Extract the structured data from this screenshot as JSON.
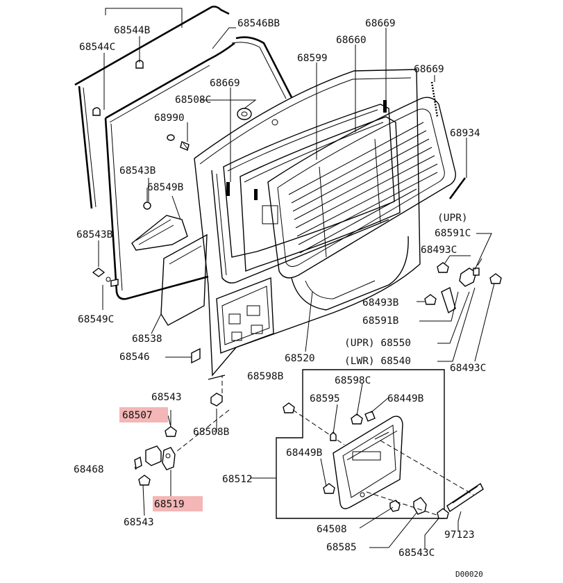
{
  "diagram": {
    "code": "D00020",
    "highlight_color": "#f4b6b6",
    "labels": {
      "p68544B": "68544B",
      "p68544C": "68544C",
      "p68546BB": "68546BB",
      "p68669a": "68669",
      "p68660": "68660",
      "p68599": "68599",
      "p68669b": "68669",
      "p68669c": "68669",
      "p68508C": "68508C",
      "p68990": "68990",
      "p68934": "68934",
      "p68543B": "68543B",
      "p68549B": "68549B",
      "upr1": "(UPR)",
      "p68591C": "68591C",
      "p68543Bb": "68543B",
      "p68493C": "68493C",
      "p68493B": "68493B",
      "p68591B": "68591B",
      "p68549C": "68549C",
      "p68538": "68538",
      "upr2": "(UPR) 68550",
      "p68546": "68546",
      "p68520": "68520",
      "lwr": "(LWR) 68540",
      "p68493Cb": "68493C",
      "p68598B": "68598B",
      "p68598C": "68598C",
      "p68543a": "68543",
      "p68595": "68595",
      "p68449B": "68449B",
      "p68507": "68507",
      "p68508B": "68508B",
      "p68449Bb": "68449B",
      "p68468": "68468",
      "p68512": "68512",
      "p68519": "68519",
      "p68543b": "68543",
      "p64508": "64508",
      "p97123": "97123",
      "p68585": "68585",
      "p68543C": "68543C"
    }
  }
}
